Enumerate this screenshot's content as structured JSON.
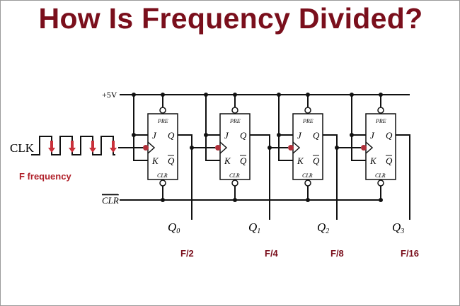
{
  "title": "How Is Frequency Divided?",
  "circuit": {
    "supply_label": "+5V",
    "clock_label": "CLK",
    "clear_label": "CLR",
    "input_label": "F frequency",
    "flipflop": {
      "pre": "PRE",
      "clr": "CLR",
      "j": "J",
      "k": "K",
      "q": "Q",
      "qbar": "Q"
    },
    "outputs": [
      {
        "name": "Q",
        "index": "0",
        "freq": "F/2"
      },
      {
        "name": "Q",
        "index": "1",
        "freq": "F/4"
      },
      {
        "name": "Q",
        "index": "2",
        "freq": "F/8"
      },
      {
        "name": "Q",
        "index": "3",
        "freq": "F/16"
      }
    ]
  },
  "colors": {
    "title": "#7a0f1c",
    "bubble": "#b0303a"
  }
}
